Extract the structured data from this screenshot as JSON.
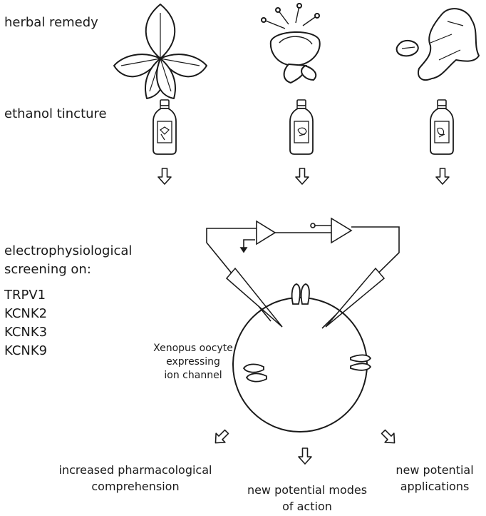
{
  "labels": {
    "herbal_remedy": "herbal remedy",
    "ethanol_tincture": "ethanol tincture",
    "screening_line1": "electrophysiological",
    "screening_line2": "screening on:"
  },
  "channels": [
    "TRPV1",
    "KCNK2",
    "KCNK3",
    "KCNK9"
  ],
  "oocyte": {
    "line1": "Xenopus oocyte",
    "line2": "expressing",
    "line3": "ion channel"
  },
  "outcomes": {
    "left_line1": "increased pharmacological",
    "left_line2": "comprehension",
    "middle_line1": "new potential modes",
    "middle_line2": "of action",
    "right_line1": "new potential",
    "right_line2": "applications"
  },
  "icons": [
    "leaf-icon",
    "flower-icon",
    "ginger-root-icon",
    "tincture-bottle-icon",
    "down-arrow-icon",
    "amplifier-icon",
    "electrode-icon",
    "ion-channel-icon"
  ],
  "colors": {
    "stroke": "#1a1a1a",
    "background": "#ffffff"
  }
}
